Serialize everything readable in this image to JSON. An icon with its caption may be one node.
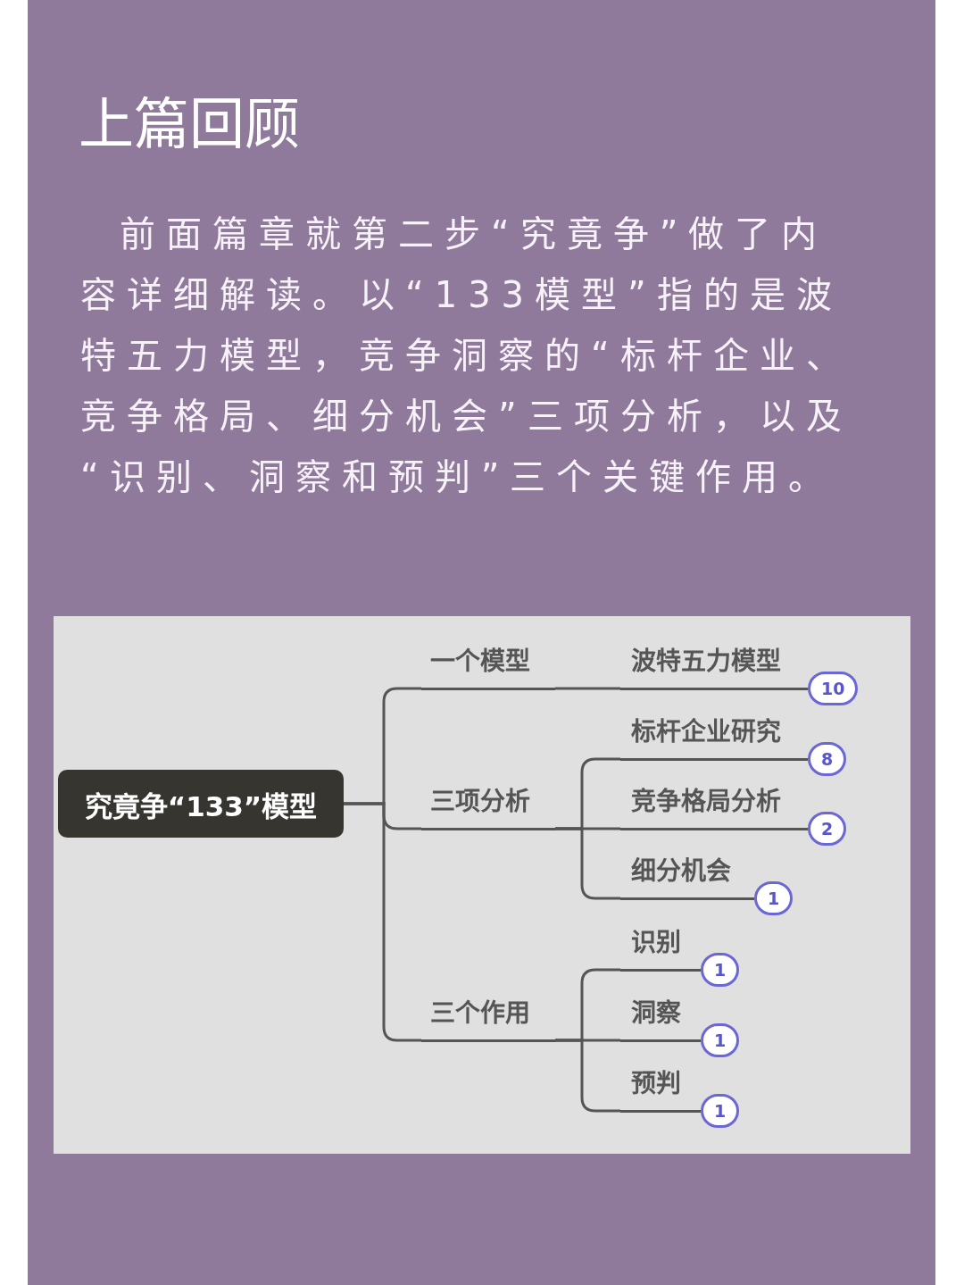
{
  "diagram": {
    "title": "上篇回顾",
    "nodes": [
      {
        "text": [
          "究竟争“133”模型"
        ]
      },
      {
        "text": [
          "一个模型"
        ]
      },
      {
        "text": [
          "波特五力模型"
        ],
        "beside": [
          "10"
        ]
      },
      {
        "text": [
          "三项分析"
        ]
      },
      {
        "text": [
          "标杆企业研究"
        ],
        "beside": [
          "8"
        ]
      },
      {
        "text": [
          "竞争格局分析"
        ],
        "beside": [
          "2"
        ]
      },
      {
        "text": [
          "细分机会"
        ],
        "beside": [
          "1"
        ]
      },
      {
        "text": [
          "三个作用"
        ]
      },
      {
        "text": [
          "识别"
        ],
        "beside": [
          "1"
        ]
      },
      {
        "text": [
          "洞察"
        ],
        "beside": [
          "1"
        ]
      },
      {
        "text": [
          "预判"
        ],
        "beside": [
          "1"
        ]
      }
    ],
    "edges": [
      {
        "from": 0,
        "to": 1,
        "arrow": "none"
      },
      {
        "from": 0,
        "to": 3,
        "arrow": "none"
      },
      {
        "from": 0,
        "to": 7,
        "arrow": "none"
      },
      {
        "from": 1,
        "to": 2,
        "arrow": "none"
      },
      {
        "from": 3,
        "to": 4,
        "arrow": "none"
      },
      {
        "from": 3,
        "to": 5,
        "arrow": "none"
      },
      {
        "from": 3,
        "to": 6,
        "arrow": "none"
      },
      {
        "from": 7,
        "to": 8,
        "arrow": "none"
      },
      {
        "from": 7,
        "to": 9,
        "arrow": "none"
      },
      {
        "from": 7,
        "to": 10,
        "arrow": "none"
      }
    ],
    "labels": [
      "前面篇章就第二步“究竟争”做了内容详细解读。以“133模型”指的是波特五力模型，竞争洞察的“标杆企业、竞争格局、细分机会”三项分析，以及“识别、洞察和预判”三个关键作用。"
    ]
  }
}
